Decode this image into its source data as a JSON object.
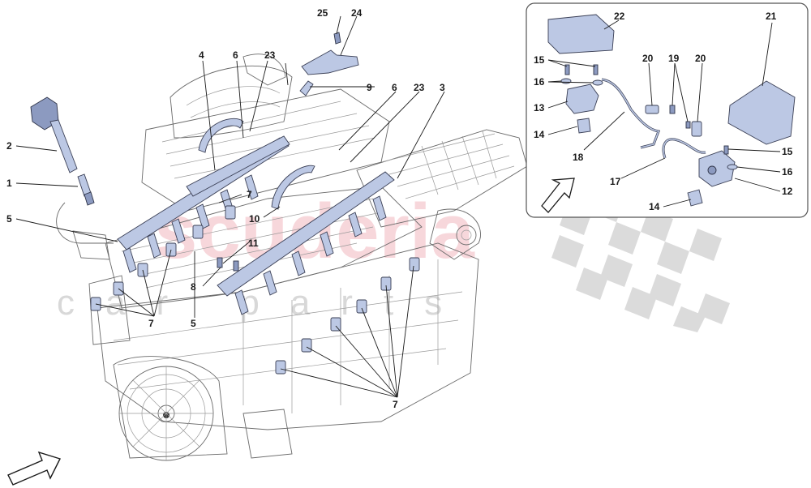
{
  "watermark": {
    "line1": "scuderia",
    "line2": "car parts"
  },
  "labels": {
    "n1": "1",
    "n2": "2",
    "n3": "3",
    "n4": "4",
    "n5a": "5",
    "n5b": "5",
    "n6a": "6",
    "n6b": "6",
    "n7a": "7",
    "n7b": "7",
    "n7c": "7",
    "n8": "8",
    "n9": "9",
    "n10": "10",
    "n11": "11",
    "n23a": "23",
    "n23b": "23",
    "n24": "24",
    "n25": "25",
    "i12": "12",
    "i13": "13",
    "i14a": "14",
    "i14b": "14",
    "i15a": "15",
    "i15b": "15",
    "i16a": "16",
    "i16b": "16",
    "i17": "17",
    "i18": "18",
    "i19": "19",
    "i20a": "20",
    "i20b": "20",
    "i21": "21",
    "i22": "22"
  },
  "colors": {
    "part_fill": "#bcc8e4",
    "watermark_red": "#f2b8bf",
    "checker_gray": "#c8c8c8"
  },
  "icons": {
    "main_arrow": "direction-arrow-icon",
    "inset_arrow": "direction-arrow-icon"
  }
}
